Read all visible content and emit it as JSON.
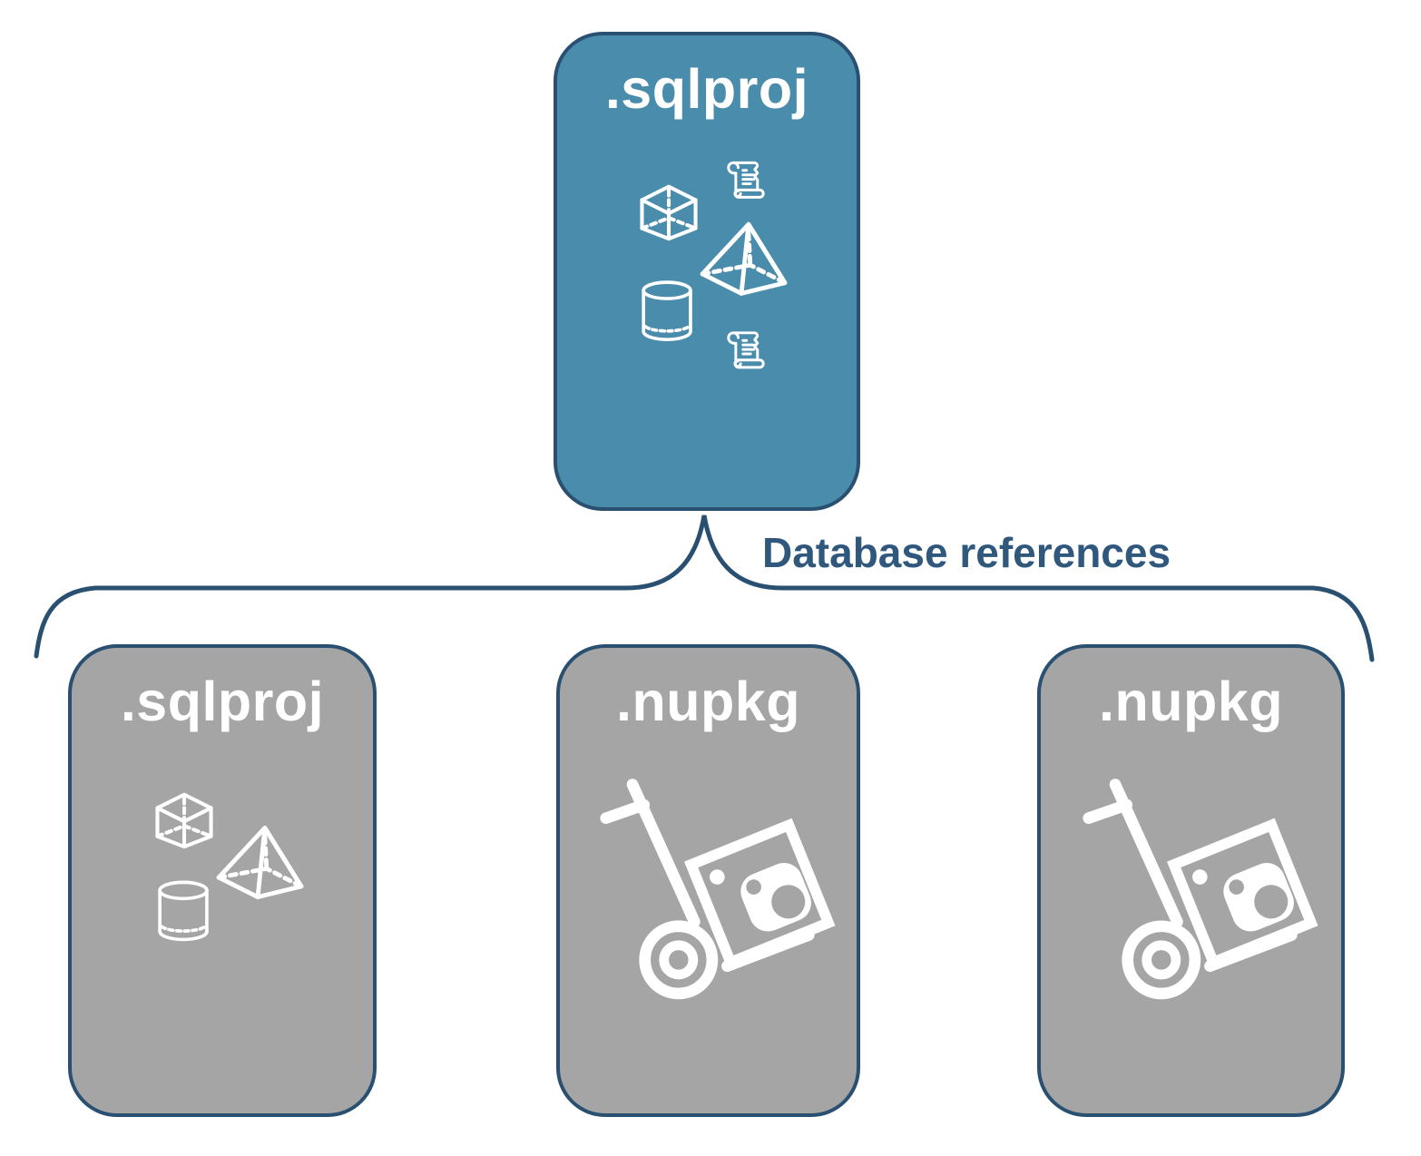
{
  "connector": {
    "label": "Database references"
  },
  "colors": {
    "primary_card_fill": "#4A8CAC",
    "secondary_card_fill": "#A5A5A5",
    "outline": "#2A5071",
    "connector_label_text": "#2F587C",
    "icon_stroke": "#FFFFFF"
  },
  "nodes": [
    {
      "id": "parent-sqlproj",
      "label": ".sqlproj",
      "role": "parent",
      "style": "primary",
      "icons": [
        "cube-icon",
        "script-scroll-icon",
        "pyramid-icon",
        "cylinder-icon",
        "script-scroll-icon"
      ]
    },
    {
      "id": "child-sqlproj",
      "label": ".sqlproj",
      "role": "child",
      "style": "secondary",
      "icons": [
        "cube-icon",
        "pyramid-icon",
        "cylinder-icon"
      ]
    },
    {
      "id": "child-nupkg-1",
      "label": ".nupkg",
      "role": "child",
      "style": "secondary",
      "icons": [
        "nuget-hand-truck-icon"
      ]
    },
    {
      "id": "child-nupkg-2",
      "label": ".nupkg",
      "role": "child",
      "style": "secondary",
      "icons": [
        "nuget-hand-truck-icon"
      ]
    }
  ]
}
